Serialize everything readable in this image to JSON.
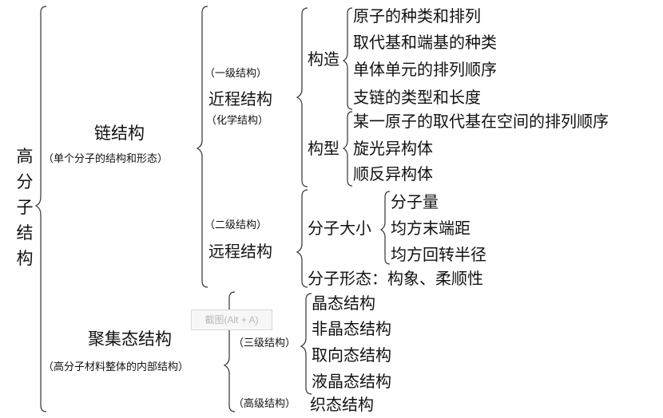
{
  "root": {
    "label": "高分子结构"
  },
  "chain_structure": {
    "label": "链结构",
    "sub": "（单个分子的结构和形态）",
    "near_range": {
      "level": "（一级结构）",
      "label": "近程结构",
      "sub": "（化学结构）",
      "construction": {
        "label": "构造",
        "items": [
          "原子的种类和排列",
          "取代基和端基的种类",
          "单体单元的排列顺序",
          "支链的类型和长度"
        ]
      },
      "configuration": {
        "label": "构型",
        "items": [
          "某一原子的取代基在空间的排列顺序",
          "旋光异构体",
          "顺反异构体"
        ]
      }
    },
    "far_range": {
      "level": "（二级结构）",
      "label": "远程结构",
      "molecular_size": {
        "label": "分子大小",
        "items": [
          "分子量",
          "均方末端距",
          "均方回转半径"
        ]
      },
      "molecular_shape": "分子形态：构象、柔顺性"
    }
  },
  "aggregate_structure": {
    "label": "聚集态结构",
    "sub": "（高分子材料整体的内部结构）",
    "tertiary": {
      "level": "（三级结构）",
      "items": [
        "晶态结构",
        "非晶态结构",
        "取向态结构",
        "液晶态结构"
      ]
    },
    "higher": {
      "level": "（高级结构）",
      "item": "织态结构"
    }
  },
  "tooltip": "截图(Alt + A)"
}
